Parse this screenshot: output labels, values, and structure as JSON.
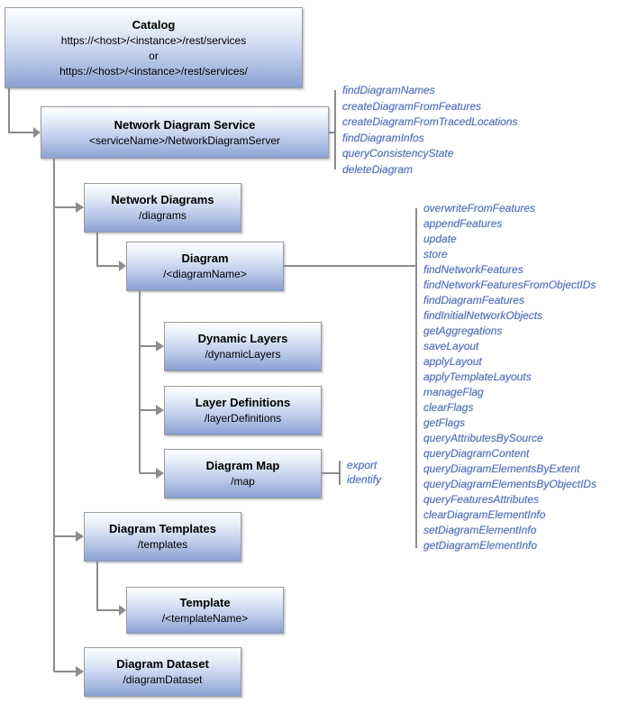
{
  "boxes": {
    "catalog": {
      "title": "Catalog",
      "url1": "https://<host>/<instance>/rest/services",
      "or_label": "or",
      "url2": "https://<host>/<instance>/rest/services/"
    },
    "network_diagram_service": {
      "title": "Network Diagram Service",
      "path": "<serviceName>/NetworkDiagramServer"
    },
    "network_diagrams": {
      "title": "Network Diagrams",
      "path": "/diagrams"
    },
    "diagram": {
      "title": "Diagram",
      "path": "/<diagramName>"
    },
    "dynamic_layers": {
      "title": "Dynamic Layers",
      "path": "/dynamicLayers"
    },
    "layer_definitions": {
      "title": "Layer Definitions",
      "path": "/layerDefinitions"
    },
    "diagram_map": {
      "title": "Diagram Map",
      "path": "/map"
    },
    "diagram_templates": {
      "title": "Diagram Templates",
      "path": "/templates"
    },
    "template": {
      "title": "Template",
      "path": "/<templateName>"
    },
    "diagram_dataset": {
      "title": "Diagram Dataset",
      "path": "/diagramDataset"
    }
  },
  "operations": {
    "network_diagram_service": [
      "findDiagramNames",
      "createDiagramFromFeatures",
      "createDiagramFromTracedLocations",
      "findDiagramInfos",
      "queryConsistencyState",
      "deleteDiagram"
    ],
    "diagram": [
      "overwriteFromFeatures",
      "appendFeatures",
      "update",
      "store",
      "findNetworkFeatures",
      "findNetworkFeaturesFromObjectIDs",
      "findDiagramFeatures",
      "findInitialNetworkObjects",
      "getAggregations",
      "saveLayout",
      "applyLayout",
      "applyTemplateLayouts",
      "manageFlag",
      "clearFlags",
      "getFlags",
      "queryAttributesBySource",
      "queryDiagramContent",
      "queryDiagramElementsByExtent",
      "queryDiagramElementsByObjectIDs",
      "queryFeaturesAttributes",
      "clearDiagramElementInfo",
      "setDiagramElementInfo",
      "getDiagramElementInfo"
    ],
    "diagram_map": [
      "export",
      "identify"
    ]
  },
  "colors": {
    "operation_text": "#5070b8",
    "connector": "#8c8c8c",
    "box_border": "#9b9b9b",
    "box_gradient_top": "#fdfeff",
    "box_gradient_bottom": "#8ba1d3"
  }
}
